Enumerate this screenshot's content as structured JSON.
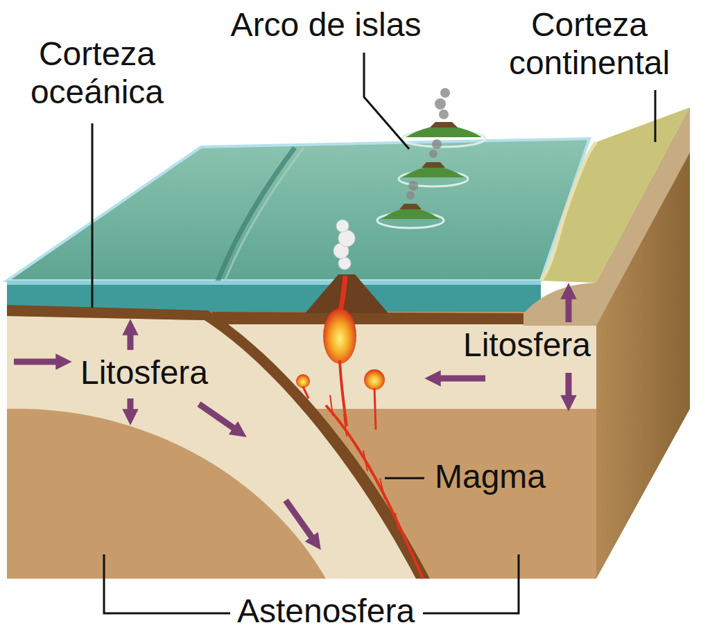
{
  "diagram": {
    "labels": [
      "Corteza oceánica",
      "Arco de islas",
      "Corteza continental",
      "Litosfera",
      "Litosfera",
      "Magma",
      "Astenosfera"
    ]
  }
}
